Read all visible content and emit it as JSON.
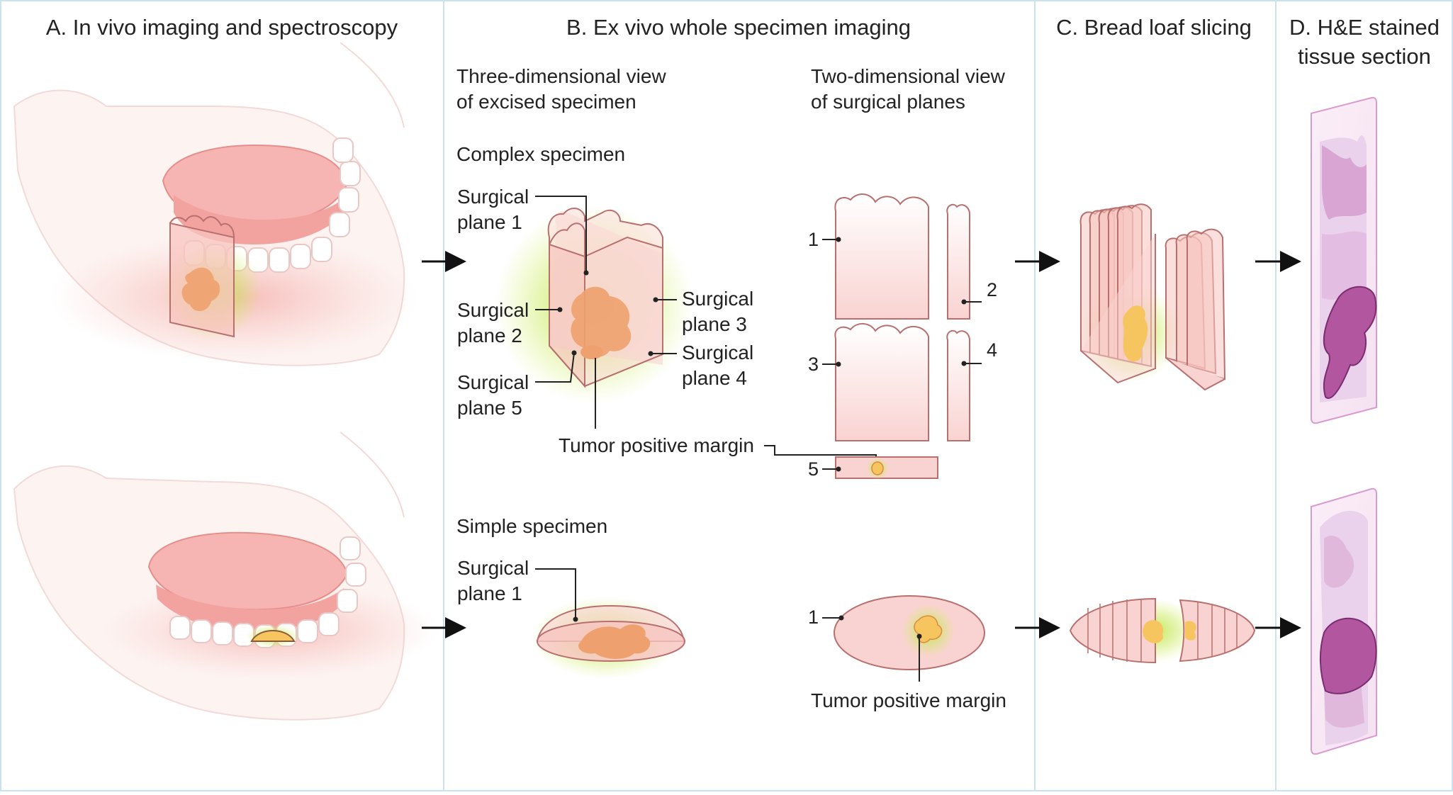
{
  "panels": {
    "a_title": "A. In vivo imaging and spectroscopy",
    "b_title": "B. Ex vivo whole specimen imaging",
    "c_title": "C. Bread loaf slicing",
    "d_title_line1": "D.  H&E stained",
    "d_title_line2": "tissue section"
  },
  "panel_b": {
    "view3d_line1": "Three-dimensional view",
    "view3d_line2": "of excised specimen",
    "view2d_line1": "Two-dimensional view",
    "view2d_line2": "of surgical planes",
    "complex_label": "Complex specimen",
    "simple_label": "Simple specimen",
    "plane1_line1": "Surgical",
    "plane1_line2": "plane 1",
    "plane2_line1": "Surgical",
    "plane2_line2": "plane 2",
    "plane3_line1": "Surgical",
    "plane3_line2": "plane 3",
    "plane4_line1": "Surgical",
    "plane4_line2": "plane 4",
    "plane5_line1": "Surgical",
    "plane5_line2": "plane 5",
    "simple_plane_line1": "Surgical",
    "simple_plane_line2": "plane 1",
    "tumor_margin_complex": "Tumor positive margin",
    "tumor_margin_simple": "Tumor positive margin",
    "plane_numbers": [
      "1",
      "2",
      "3",
      "4",
      "5"
    ],
    "simple_plane_number": "1"
  },
  "colors": {
    "divider": "#c9e2ec",
    "specimen_fill": "#f9d3d1",
    "specimen_edge": "#b8706f",
    "tumor": "#eea16e",
    "tumor_margin": "#f6c560",
    "glow": "#bde542",
    "stain_light": "#ead2ec",
    "stain_dark": "#b2579f",
    "slide_edge": "#d89bcf"
  }
}
